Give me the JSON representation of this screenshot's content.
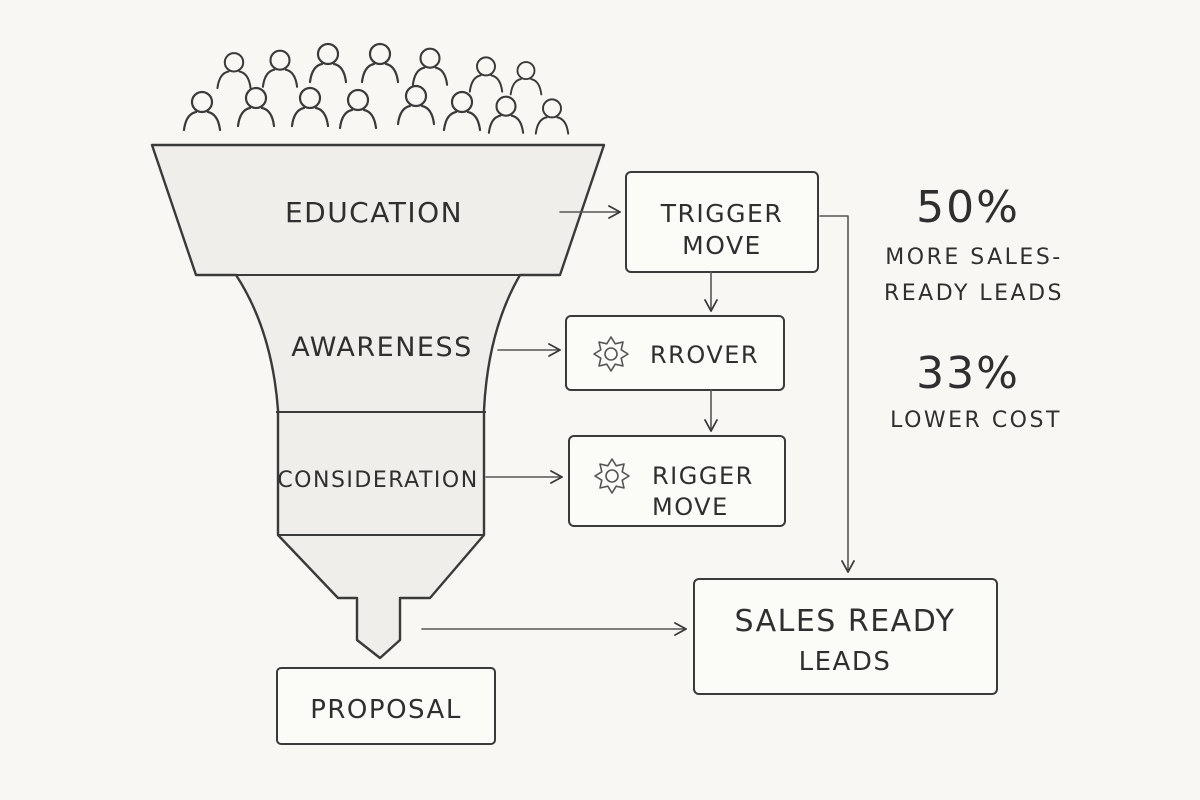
{
  "funnel": {
    "stages": [
      {
        "label": "EDUCATION"
      },
      {
        "label": "AWARENESS"
      },
      {
        "label": "CONSIDERATION"
      }
    ],
    "output_label": "PROPOSAL"
  },
  "boxes": {
    "trigger_move": {
      "line1": "TRIGGER",
      "line2": "MOVE"
    },
    "rrover": {
      "label": "RROVER",
      "icon": "gear-icon"
    },
    "rigger_move": {
      "line1": "RIGGER",
      "line2": "MOVE",
      "icon": "gear-icon"
    },
    "sales_ready": {
      "line1": "SALES READY",
      "line2": "LEADS"
    }
  },
  "stats": [
    {
      "value": "50%",
      "line1": "MORE SALES-",
      "line2": "READY LEADS"
    },
    {
      "value": "33%",
      "line1": "LOWER COST",
      "line2": ""
    }
  ],
  "people": {
    "icon": "person-icon",
    "count": 16
  }
}
